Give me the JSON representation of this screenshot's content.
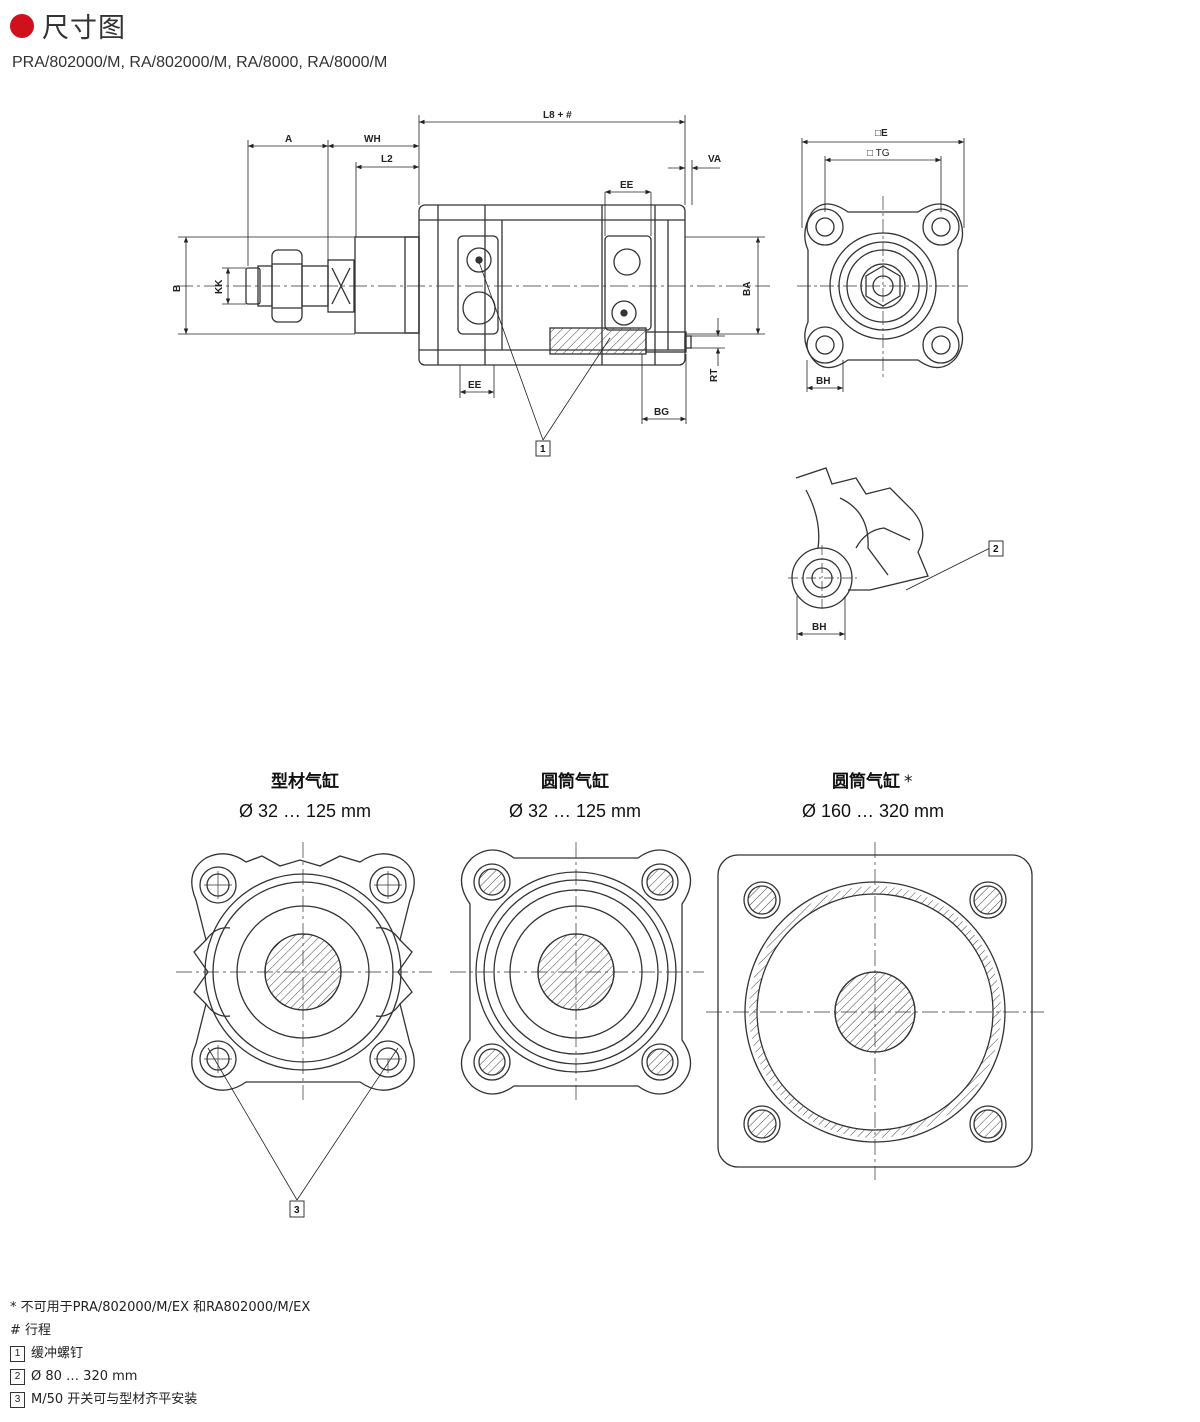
{
  "header": {
    "title": "尺寸图",
    "bullet_color": "#d0101c",
    "models": "PRA/802000/M, RA/802000/M, RA/8000, RA/8000/M"
  },
  "dimensions": {
    "A": "A",
    "WH": "WH",
    "L2": "L2",
    "L8": "L8 + #",
    "VA": "VA",
    "EE": "EE",
    "B": "B",
    "KK": "KK",
    "BA": "BA",
    "RT": "RT",
    "BG": "BG",
    "E": "□E",
    "TG": "□ TG",
    "BH": "BH"
  },
  "callouts": {
    "c1": "1",
    "c2": "2",
    "c3": "3"
  },
  "variants": [
    {
      "title": "型材气缸",
      "range": "Ø 32 … 125 mm"
    },
    {
      "title": "圆筒气缸",
      "range": "Ø 32 … 125 mm"
    },
    {
      "title": "圆筒气缸",
      "star": "*",
      "range": "Ø 160 … 320 mm"
    }
  ],
  "notes": {
    "star": "* 不可用于PRA/802000/M/EX 和RA802000/M/EX",
    "hash": "# 行程",
    "n1_key": "1",
    "n1": "缓冲螺钉",
    "n2_key": "2",
    "n2": "Ø 80 … 320 mm",
    "n3_key": "3",
    "n3": "M/50 开关可与型材齐平安装"
  }
}
